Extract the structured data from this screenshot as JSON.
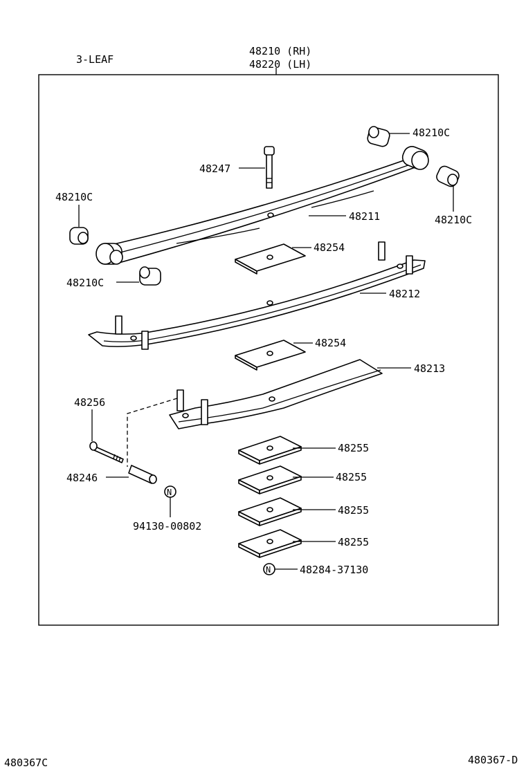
{
  "header": {
    "leaf_count": "3-LEAF",
    "assembly_rh": "48210 (RH)",
    "assembly_lh": "48220 (LH)"
  },
  "callouts": {
    "bushing_upper_right_a": "48210C",
    "bushing_upper_right_b": "48210C",
    "bushing_left_upper": "48210C",
    "bushing_left_lower": "48210C",
    "center_bolt": "48247",
    "leaf_1": "48211",
    "pad_1": "48254",
    "leaf_2": "48212",
    "pad_2": "48254",
    "leaf_3": "48213",
    "clip_bolt": "48256",
    "clip_spacer": "48246",
    "clip_nut_part": "94130-00802",
    "pad_3a": "48255",
    "pad_3b": "48255",
    "pad_3c": "48255",
    "pad_3d": "48255",
    "bottom_nut_part": "48284-37130"
  },
  "symbols": {
    "new_part_mark": "N"
  },
  "footer": {
    "left_code": "480367C",
    "right_code": "480367-D"
  }
}
